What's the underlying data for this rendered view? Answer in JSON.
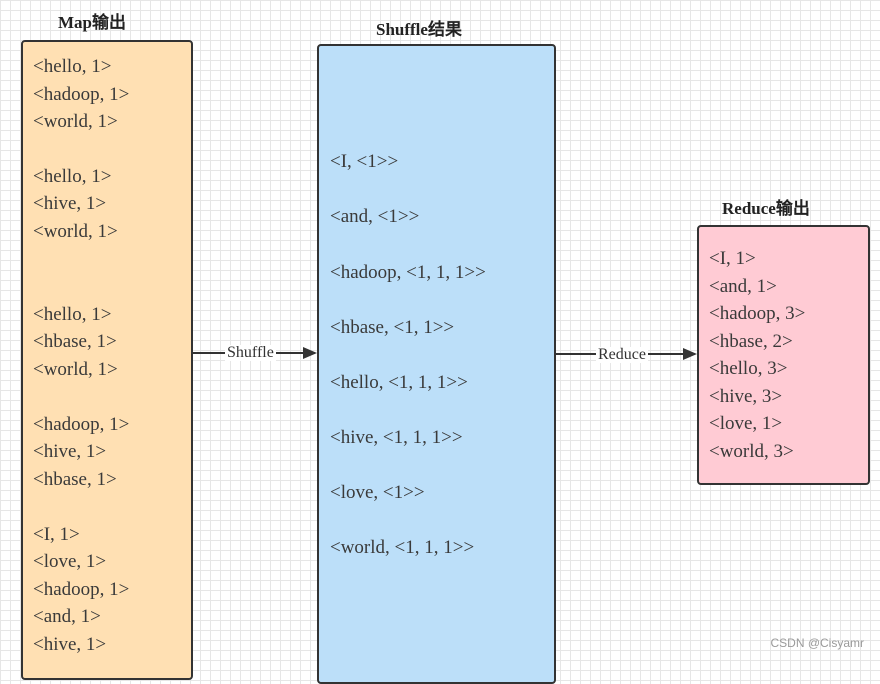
{
  "titles": {
    "map": "Map输出",
    "shuffle": "Shuffle结果",
    "reduce": "Reduce输出"
  },
  "map_lines": [
    "<hello, 1>",
    "<hadoop, 1>",
    "<world, 1>",
    "<hello, 1>",
    "<hive, 1>",
    "<world, 1>",
    "<hello, 1>",
    "<hbase, 1>",
    "<world, 1>",
    "<hadoop, 1>",
    "<hive, 1>",
    "<hbase, 1>",
    "<I, 1>",
    "<love, 1>",
    "<hadoop, 1>",
    "<and, 1>",
    "<hive, 1>"
  ],
  "shuffle_lines": [
    "<I, <1>>",
    "<and, <1>>",
    "<hadoop, <1, 1, 1>>",
    "<hbase, <1, 1>>",
    "<hello, <1, 1, 1>>",
    "<hive, <1, 1, 1>>",
    "<love, <1>>",
    "<world, <1, 1, 1>>"
  ],
  "reduce_lines": [
    "<I, 1>",
    "<and, 1>",
    "<hadoop, 3>",
    "<hbase, 2>",
    "<hello, 3>",
    "<hive, 3>",
    "<love, 1>",
    "<world, 3>"
  ],
  "arrows": {
    "shuffle_label": "Shuffle",
    "reduce_label": "Reduce"
  },
  "colors": {
    "map_fill": "#ffe0b3",
    "shuffle_fill": "#bcdff9",
    "reduce_fill": "#ffcbd4",
    "border": "#333333"
  },
  "watermark": "CSDN @Cisyamr"
}
